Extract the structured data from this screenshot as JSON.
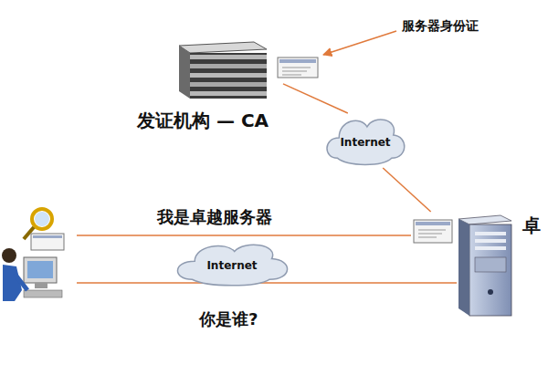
{
  "diagram": {
    "nodes": [
      {
        "text": [
          "发证机构 — CA"
        ]
      },
      {
        "text": [
          "Internet"
        ]
      },
      {
        "text": [
          "Internet"
        ]
      },
      {
        "text": [
          "卓"
        ]
      }
    ],
    "edges": [
      {
        "from": 0,
        "to": 1,
        "arrow": "none"
      },
      {
        "from": 1,
        "to": 3,
        "arrow": "none"
      }
    ],
    "labels": [
      "服务器身份证",
      "我是卓越服务器",
      "你是谁?"
    ]
  }
}
